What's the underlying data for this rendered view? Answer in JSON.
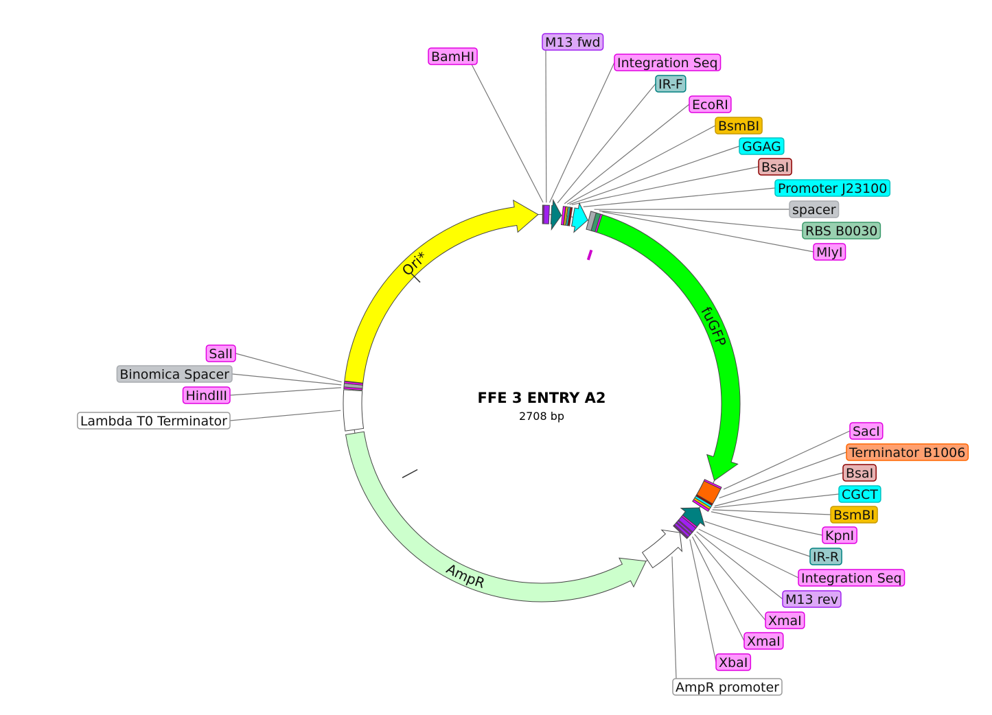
{
  "title": "FFE 3 ENTRY A2",
  "length_label": "2708 bp",
  "total_bp": 2708,
  "features": [
    {
      "name": "Ori*",
      "start": 2080,
      "end": 2700,
      "strand": 1,
      "color": "#ffff00",
      "label": "Ori*"
    },
    {
      "name": "M13 fwd",
      "start": 2,
      "end": 17,
      "strand": 0,
      "color": "#a020f0"
    },
    {
      "name": "BamHI",
      "start": 3,
      "end": 5,
      "strand": 0,
      "color": "#ff00ff"
    },
    {
      "name": "IR-F",
      "start": 22,
      "end": 45,
      "strand": 1,
      "color": "#008080"
    },
    {
      "name": "EcoRI",
      "start": 47,
      "end": 52,
      "strand": 0,
      "color": "#ff00ff"
    },
    {
      "name": "BsmBI",
      "start": 53,
      "end": 57,
      "strand": 0,
      "color": "#f5c000"
    },
    {
      "name": "GGAG",
      "start": 59,
      "end": 62,
      "strand": 0,
      "color": "#00ffff"
    },
    {
      "name": "BsaI",
      "start": 63,
      "end": 67,
      "strand": 0,
      "color": "#8b0000"
    },
    {
      "name": "Promoter J23100",
      "start": 72,
      "end": 106,
      "strand": 1,
      "color": "#00ffff"
    },
    {
      "name": "spacer",
      "start": 108,
      "end": 120,
      "strand": 0,
      "color": "#a8acb0"
    },
    {
      "name": "RBS B0030",
      "start": 120,
      "end": 130,
      "strand": 0,
      "color": "#3a9a6a"
    },
    {
      "name": "MlyI",
      "start": 130,
      "end": 134,
      "strand": 0,
      "color": "#ff00ff"
    },
    {
      "name": "fuGFP",
      "start": 134,
      "end": 858,
      "strand": 1,
      "color": "#00ff00",
      "label": "fuGFP"
    },
    {
      "name": "SacI",
      "start": 865,
      "end": 869,
      "strand": 0,
      "color": "#ff00ff"
    },
    {
      "name": "Terminator B1006",
      "start": 869,
      "end": 906,
      "strand": 0,
      "color": "#ff6600"
    },
    {
      "name": "BsaI",
      "start": 906,
      "end": 910,
      "strand": 0,
      "color": "#8b0000"
    },
    {
      "name": "CGCT",
      "start": 910,
      "end": 915,
      "strand": 0,
      "color": "#00ffff"
    },
    {
      "name": "BsmBI",
      "start": 915,
      "end": 920,
      "strand": 0,
      "color": "#f5c000"
    },
    {
      "name": "KpnI",
      "start": 920,
      "end": 925,
      "strand": 0,
      "color": "#ff00ff"
    },
    {
      "name": "IR-R",
      "start": 929,
      "end": 966,
      "strand": -1,
      "color": "#008080"
    },
    {
      "name": "Integration Seq",
      "start": 966,
      "end": 970,
      "strand": 0,
      "color": "#ff00ff"
    },
    {
      "name": "M13 rev",
      "start": 970,
      "end": 1000,
      "strand": 0,
      "color": "#a020f0"
    },
    {
      "name": "XmaI",
      "start": 981,
      "end": 983,
      "strand": 0,
      "color": "#ff00ff"
    },
    {
      "name": "XmaI",
      "start": 988,
      "end": 990,
      "strand": 0,
      "color": "#ff00ff"
    },
    {
      "name": "XbaI",
      "start": 996,
      "end": 998,
      "strand": 0,
      "color": "#ff00ff"
    },
    {
      "name": "AmpR promoter",
      "start": 1001,
      "end": 1098,
      "strand": -1,
      "color": "#ffffff"
    },
    {
      "name": "AmpR",
      "start": 1102,
      "end": 1963,
      "strand": -1,
      "color": "#ccffcc",
      "label": "AmpR"
    },
    {
      "name": "Lambda T0 Terminator",
      "start": 1971,
      "end": 2061,
      "strand": 0,
      "color": "#ffffff"
    },
    {
      "name": "HindIII",
      "start": 2063,
      "end": 2067,
      "strand": 0,
      "color": "#ff00ff"
    },
    {
      "name": "Binomica Spacer",
      "start": 2067,
      "end": 2075,
      "strand": 0,
      "color": "#a8acb0"
    },
    {
      "name": "SalI",
      "start": 2075,
      "end": 2079,
      "strand": 0,
      "color": "#ff00ff"
    }
  ],
  "annotations": [
    {
      "text": "BamHI",
      "bp": 3,
      "bg": "#ff99ff",
      "border": "#e000e0"
    },
    {
      "text": "M13 fwd",
      "bp": 10,
      "bg": "#dda8f8",
      "border": "#a020f0"
    },
    {
      "text": "Integration Seq",
      "bp": 17,
      "bg": "#ff99ff",
      "border": "#e000e0"
    },
    {
      "text": "IR-F",
      "bp": 34,
      "bg": "#99cccc",
      "border": "#008080"
    },
    {
      "text": "EcoRI",
      "bp": 49,
      "bg": "#ff99ff",
      "border": "#e000e0"
    },
    {
      "text": "BsmBI",
      "bp": 55,
      "bg": "#f5c000",
      "border": "#c89a00"
    },
    {
      "text": "GGAG",
      "bp": 60,
      "bg": "#00ffff",
      "border": "#00c0c0"
    },
    {
      "text": "BsaI",
      "bp": 65,
      "bg": "#e8b4b4",
      "border": "#8b0000"
    },
    {
      "text": "Promoter J23100",
      "bp": 90,
      "bg": "#00ffff",
      "border": "#00c0c0"
    },
    {
      "text": "spacer",
      "bp": 114,
      "bg": "#c4c7cb",
      "border": "#a8acb0"
    },
    {
      "text": "RBS B0030",
      "bp": 125,
      "bg": "#99d0b0",
      "border": "#3a9a6a"
    },
    {
      "text": "MlyI",
      "bp": 132,
      "bg": "#ff99ff",
      "border": "#e000e0"
    },
    {
      "text": "SalI",
      "bp": 2077,
      "bg": "#ff99ff",
      "border": "#e000e0"
    },
    {
      "text": "Binomica Spacer",
      "bp": 2071,
      "bg": "#c4c7cb",
      "border": "#a8acb0"
    },
    {
      "text": "HindIII",
      "bp": 2065,
      "bg": "#ff99ff",
      "border": "#e000e0"
    },
    {
      "text": "Lambda T0 Terminator",
      "bp": 2016,
      "bg": "#ffffff",
      "border": "#999999"
    },
    {
      "text": "SacI",
      "bp": 867,
      "bg": "#ff99ff",
      "border": "#e000e0"
    },
    {
      "text": "Terminator B1006",
      "bp": 888,
      "bg": "#ffa070",
      "border": "#ff6600"
    },
    {
      "text": "BsaI",
      "bp": 908,
      "bg": "#e8b4b4",
      "border": "#8b0000"
    },
    {
      "text": "CGCT",
      "bp": 912,
      "bg": "#00ffff",
      "border": "#00c0c0"
    },
    {
      "text": "BsmBI",
      "bp": 917,
      "bg": "#f5c000",
      "border": "#c89a00"
    },
    {
      "text": "KpnI",
      "bp": 922,
      "bg": "#ff99ff",
      "border": "#e000e0"
    },
    {
      "text": "IR-R",
      "bp": 947,
      "bg": "#99cccc",
      "border": "#008080"
    },
    {
      "text": "Integration Seq",
      "bp": 968,
      "bg": "#ff99ff",
      "border": "#e000e0"
    },
    {
      "text": "M13 rev",
      "bp": 975,
      "bg": "#dda8f8",
      "border": "#a020f0"
    },
    {
      "text": "XmaI",
      "bp": 982,
      "bg": "#ff99ff",
      "border": "#e000e0"
    },
    {
      "text": "XmaI",
      "bp": 989,
      "bg": "#ff99ff",
      "border": "#e000e0"
    },
    {
      "text": "XbaI",
      "bp": 997,
      "bg": "#ff99ff",
      "border": "#e000e0"
    },
    {
      "text": "AmpR promoter",
      "bp": 1050,
      "bg": "#ffffff",
      "border": "#999999"
    }
  ]
}
